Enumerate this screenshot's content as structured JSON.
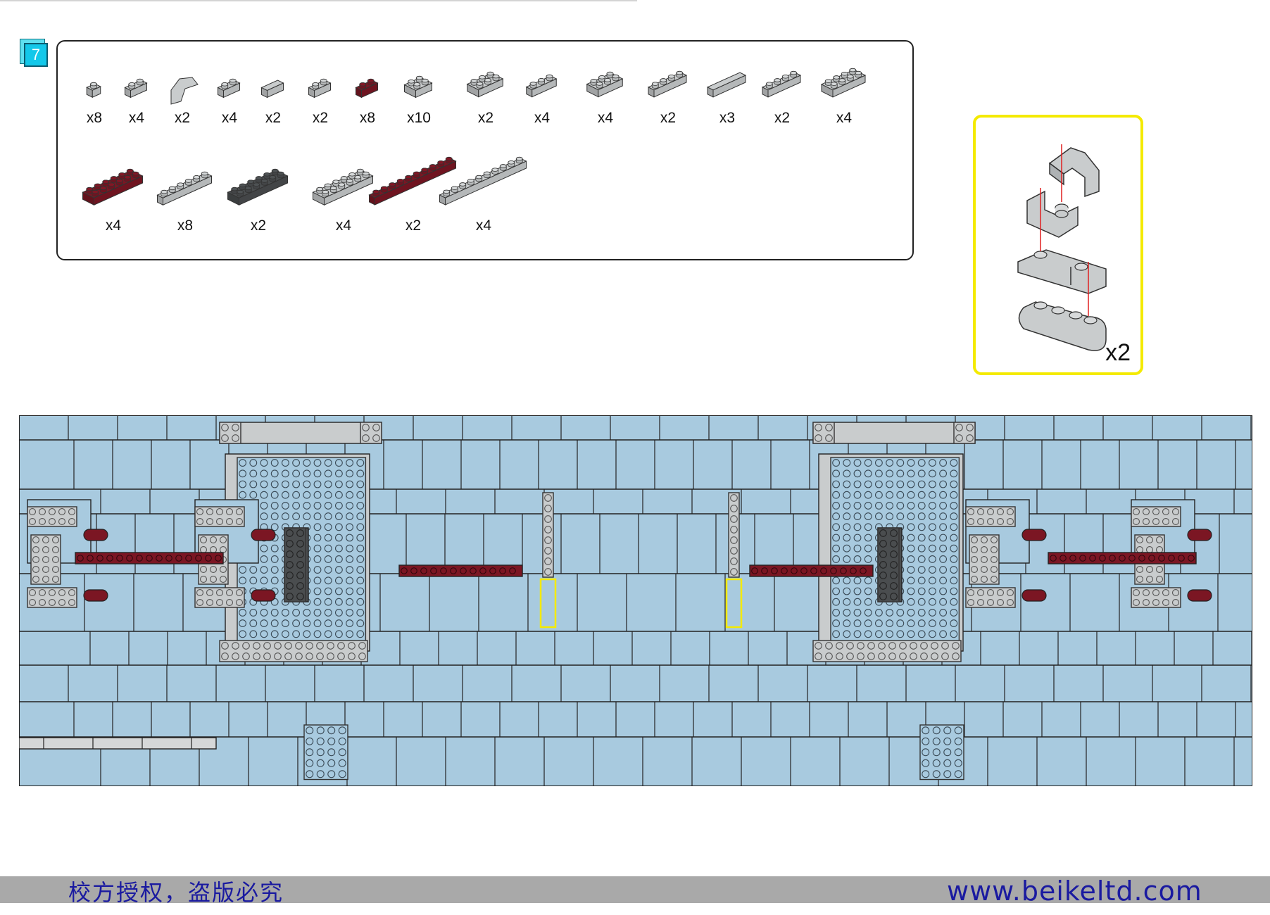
{
  "step": {
    "number": "7"
  },
  "parts": {
    "row1": [
      {
        "qty": "x8",
        "shape": "plate1x1",
        "color": "#c9cccd"
      },
      {
        "qty": "x4",
        "shape": "plate1x2",
        "color": "#c9cccd"
      },
      {
        "qty": "x2",
        "shape": "curved",
        "color": "#c9cccd"
      },
      {
        "qty": "x4",
        "shape": "plate1x2j",
        "color": "#c9cccd"
      },
      {
        "qty": "x2",
        "shape": "tile1x2",
        "color": "#c9cccd"
      },
      {
        "qty": "x2",
        "shape": "bracket",
        "color": "#c9cccd"
      },
      {
        "qty": "x8",
        "shape": "round1x2",
        "color": "#7b1623"
      },
      {
        "qty": "x10",
        "shape": "corner",
        "color": "#c9cccd"
      },
      {
        "qty": "x2",
        "shape": "plate2x3",
        "color": "#c9cccd"
      },
      {
        "qty": "x4",
        "shape": "plate1x3",
        "color": "#c9cccd"
      },
      {
        "qty": "x4",
        "shape": "cornerbig",
        "color": "#c9cccd"
      },
      {
        "qty": "x2",
        "shape": "plate1x4",
        "color": "#c9cccd"
      },
      {
        "qty": "x3",
        "shape": "tile1x4",
        "color": "#c9cccd"
      },
      {
        "qty": "x2",
        "shape": "round1x4",
        "color": "#c9cccd"
      },
      {
        "qty": "x4",
        "shape": "plate2x4",
        "color": "#c9cccd"
      }
    ],
    "row2": [
      {
        "qty": "x4",
        "shape": "plate2x6",
        "color": "#7b1623"
      },
      {
        "qty": "x8",
        "shape": "plate1x6",
        "color": "#c9cccd"
      },
      {
        "qty": "x2",
        "shape": "plate2x6",
        "color": "#4a4d4f"
      },
      {
        "qty": "x4",
        "shape": "plate2x6",
        "color": "#c9cccd"
      },
      {
        "qty": "x2",
        "shape": "plate1x10",
        "color": "#7b1623"
      },
      {
        "qty": "x4",
        "shape": "plate1x10",
        "color": "#c9cccd"
      }
    ]
  },
  "subassembly": {
    "qty": "x2"
  },
  "colors": {
    "baseplate": "#a8cadf",
    "light_gray": "#c9cccd",
    "dark_red": "#7b1623",
    "dark_gray": "#4a4d4f",
    "highlight": "#f4ea00"
  },
  "footer": {
    "left_text": "校方授权，盗版必究",
    "right_text": "www.beikeltd.com"
  }
}
